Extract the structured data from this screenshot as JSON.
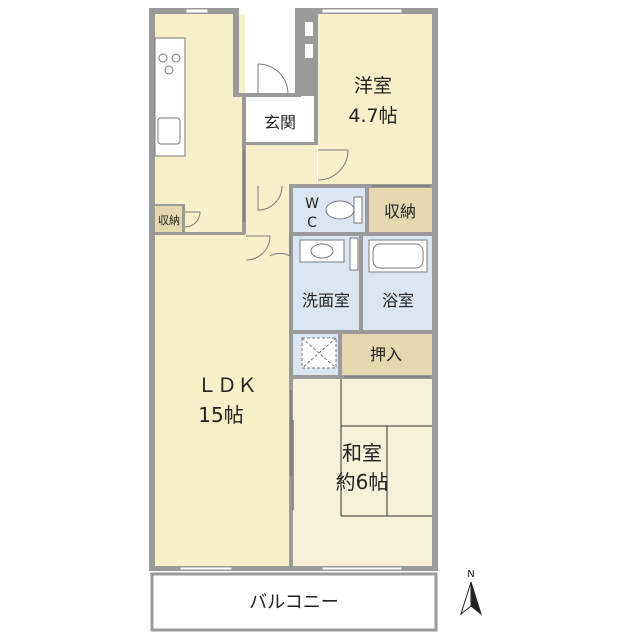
{
  "colors": {
    "wall": "#9a9a9a",
    "floor_wood": "#f9efc9",
    "floor_tatami": "#f6f1d8",
    "floor_wet": "#dbe6f5",
    "storage": "#e5d7ae",
    "balcony": "#ffffff",
    "fixture_stroke": "#7a7a7a",
    "text": "#222222"
  },
  "rooms": {
    "ldk": {
      "name": "ＬＤＫ",
      "size": "15帖"
    },
    "western": {
      "name": "洋室",
      "size": "4.7帖"
    },
    "japanese": {
      "name": "和室",
      "size": "約6帖"
    },
    "entrance": "玄関",
    "wc": {
      "line1": "W",
      "line2": "C"
    },
    "storage_western": "収納",
    "storage_ldk": "収納",
    "washroom": "洗面室",
    "bathroom": "浴室",
    "closet": "押入",
    "balcony": "バルコニー"
  },
  "compass": {
    "label": "N",
    "icon": "north-arrow-icon"
  }
}
